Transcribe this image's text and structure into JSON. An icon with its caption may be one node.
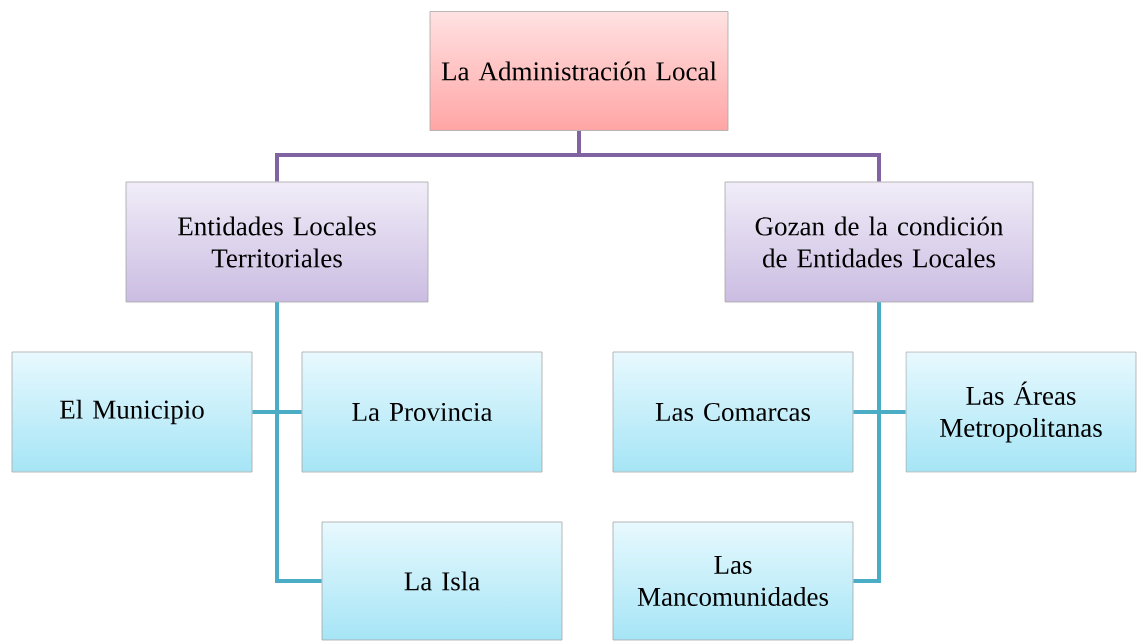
{
  "diagram": {
    "nodes": [
      {
        "text": [
          "La Administración Local"
        ]
      },
      {
        "text": [
          "Entidades Locales Territoriales"
        ]
      },
      {
        "text": [
          "Gozan de la condición de Entidades Locales"
        ]
      },
      {
        "text": [
          "El Municipio"
        ]
      },
      {
        "text": [
          "La Provincia"
        ]
      },
      {
        "text": [
          "La Isla"
        ]
      },
      {
        "text": [
          "Las Comarcas"
        ]
      },
      {
        "text": [
          "Las Áreas Metropolitanas"
        ]
      },
      {
        "text": [
          "Las Mancomunidades"
        ]
      }
    ],
    "edges": [
      {
        "from": 0,
        "to": 1,
        "arrow": "none",
        "color": "#8064a2"
      },
      {
        "from": 0,
        "to": 2,
        "arrow": "none",
        "color": "#8064a2"
      },
      {
        "from": 1,
        "to": 3,
        "arrow": "none"
      },
      {
        "from": 1,
        "to": 4,
        "arrow": "none"
      },
      {
        "from": 1,
        "to": 5,
        "arrow": "none"
      },
      {
        "from": 2,
        "to": 6,
        "arrow": "none"
      },
      {
        "from": 2,
        "to": 7,
        "arrow": "none"
      },
      {
        "from": 2,
        "to": 8,
        "arrow": "none"
      }
    ]
  }
}
